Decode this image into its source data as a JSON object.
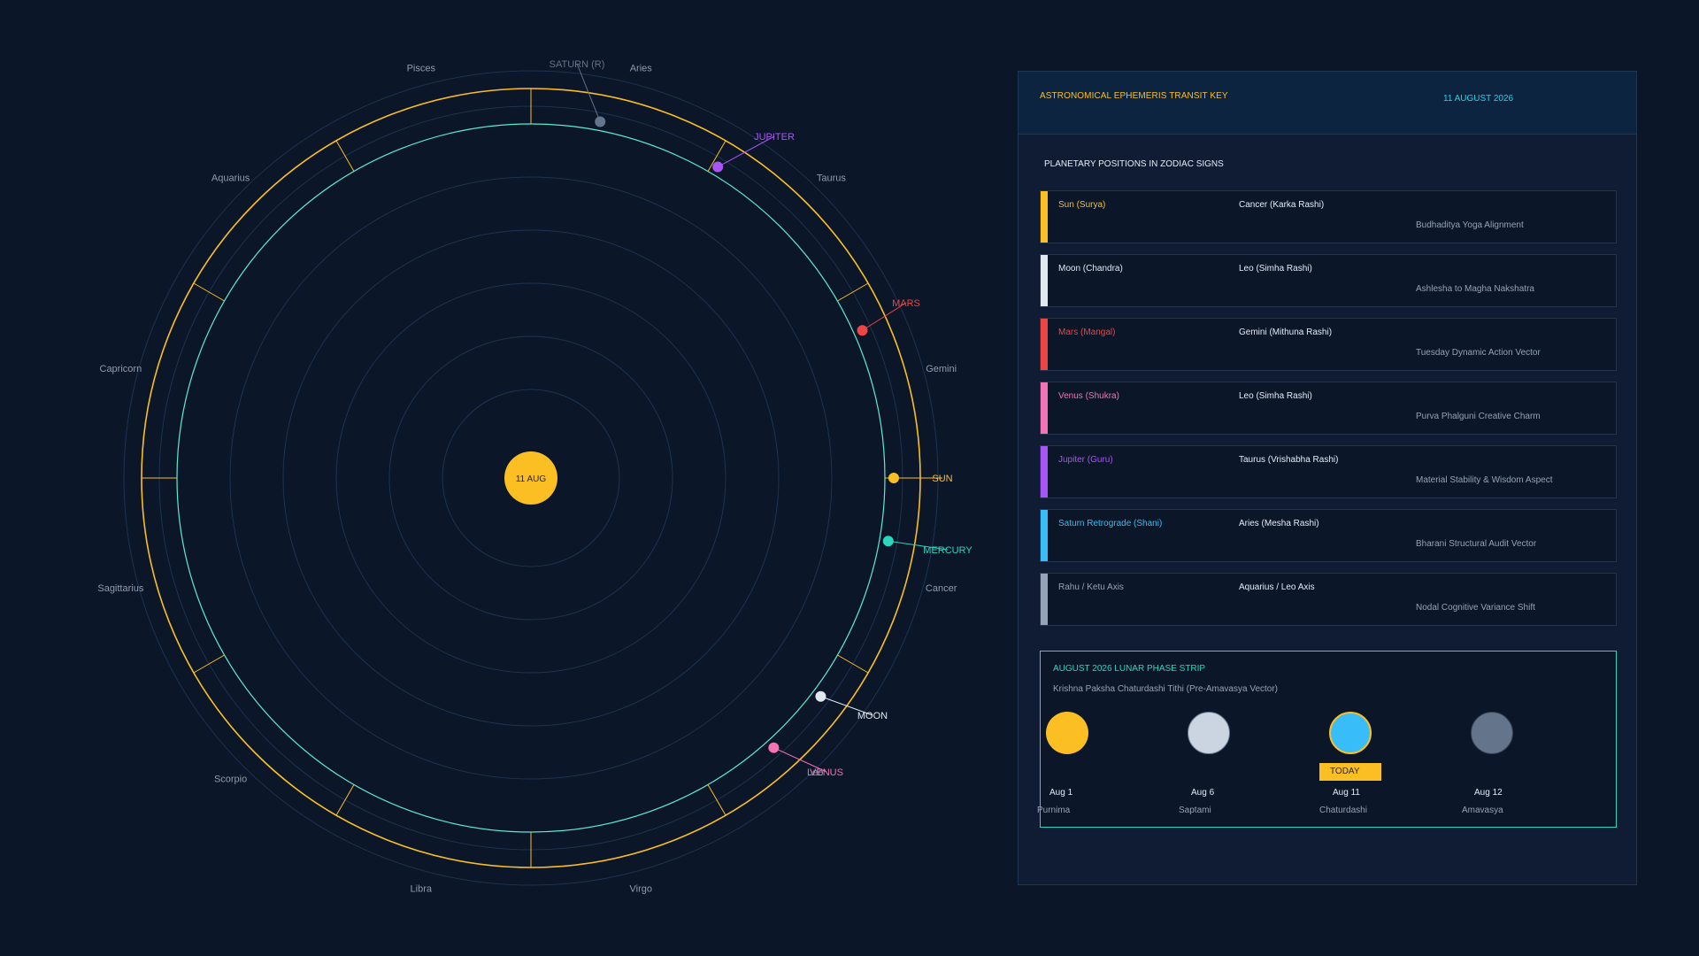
{
  "wheel": {
    "center_label": "11 AUG",
    "signs": [
      "Aries",
      "Taurus",
      "Gemini",
      "Cancer",
      "Virgo",
      "Libra",
      "Scorpio",
      "Sagittarius",
      "Capricorn",
      "Aquarius",
      "Pisces"
    ],
    "planets": [
      {
        "label": "SUN",
        "color": "#fbbf24"
      },
      {
        "label": "MERCURY",
        "color": "#2dd4bf"
      },
      {
        "label": "MARS",
        "color": "#ef4444"
      },
      {
        "label": "JUPITER",
        "color": "#a855f7"
      },
      {
        "label": "SATURN (R)",
        "color": "#64748b"
      },
      {
        "label": "MOON",
        "color": "#e2e8f0"
      },
      {
        "label": "VENUS",
        "color": "#f472b6"
      }
    ],
    "extra_label": "Leo"
  },
  "panel": {
    "title": "ASTRONOMICAL EPHEMERIS TRANSIT KEY",
    "date": "11 AUGUST 2026",
    "section_title": "PLANETARY POSITIONS IN ZODIAC SIGNS",
    "rows": [
      {
        "name": "Sun (Surya)",
        "sign": "Cancer (Karka Rashi)",
        "note": "Budhaditya Yoga Alignment",
        "color": "#fbbf24"
      },
      {
        "name": "Moon (Chandra)",
        "sign": "Leo (Simha Rashi)",
        "note": "Ashlesha to Magha Nakshatra",
        "color": "#e2e8f0"
      },
      {
        "name": "Mars (Mangal)",
        "sign": "Gemini (Mithuna Rashi)",
        "note": "Tuesday Dynamic Action Vector",
        "color": "#ef4444"
      },
      {
        "name": "Venus (Shukra)",
        "sign": "Leo (Simha Rashi)",
        "note": "Purva Phalguni Creative Charm",
        "color": "#f472b6"
      },
      {
        "name": "Jupiter (Guru)",
        "sign": "Taurus (Vrishabha Rashi)",
        "note": "Material Stability & Wisdom Aspect",
        "color": "#a855f7"
      },
      {
        "name": "Saturn Retrograde (Shani)",
        "sign": "Aries (Mesha Rashi)",
        "note": "Bharani Structural Audit Vector",
        "color": "#38bdf8"
      },
      {
        "name": "Rahu / Ketu Axis",
        "sign": "Aquarius / Leo Axis",
        "note": "Nodal Cognitive Variance Shift",
        "color": "#94a3b8"
      }
    ],
    "lunar": {
      "title": "AUGUST 2026 LUNAR PHASE STRIP",
      "subtitle": "Krishna Paksha Chaturdashi Tithi (Pre-Amavasya Vector)",
      "today_label": "TODAY",
      "phases": [
        {
          "date": "Aug 1",
          "name": "Purnima",
          "color": "#fbbf24"
        },
        {
          "date": "Aug 6",
          "name": "Saptami",
          "color": "#cbd5e1"
        },
        {
          "date": "Aug 11",
          "name": "Chaturdashi",
          "color": "#38bdf8"
        },
        {
          "date": "Aug 12",
          "name": "Amavasya",
          "color": "#64748b"
        }
      ]
    }
  }
}
